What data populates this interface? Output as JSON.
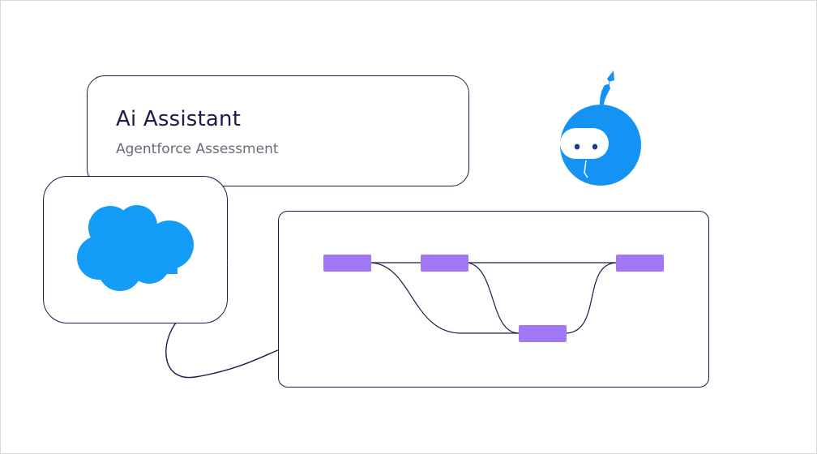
{
  "header": {
    "title": "Ai Assistant",
    "subtitle": "Agentforce Assessment"
  },
  "icons": {
    "logo": "cloud-logo-icon",
    "mascot": "robot-mascot-icon"
  },
  "flow": {
    "nodes": [
      "node-1",
      "node-2",
      "node-3",
      "node-4"
    ]
  },
  "colors": {
    "outline": "#1e1b4b",
    "cloud": "#139cf8",
    "node": "#a078f4",
    "mascot": "#1493f5"
  }
}
